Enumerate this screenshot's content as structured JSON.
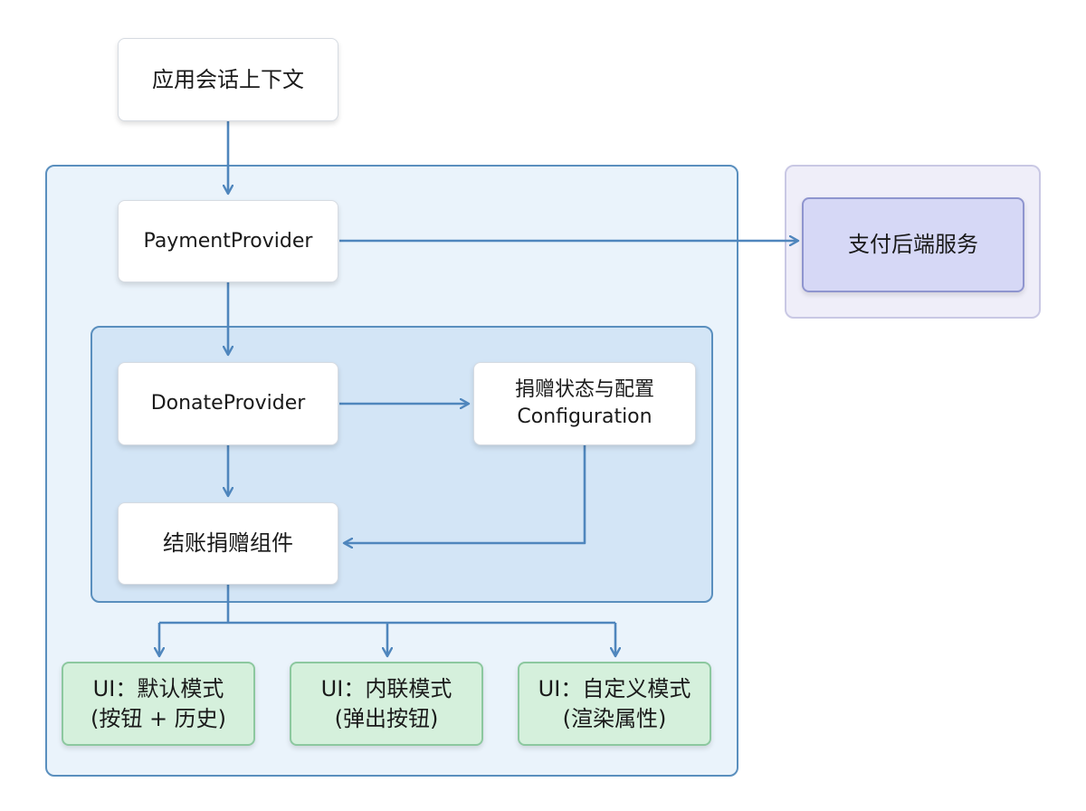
{
  "colors": {
    "connector": "#4f86bd",
    "outer_container_fill": "#eaf3fb",
    "inner_container_fill": "#d3e5f6",
    "external_container_fill": "#efeef9",
    "backend_node_fill": "#d6d8f6",
    "ui_node_fill": "#d5f0dc"
  },
  "nodes": {
    "app_session_context": {
      "label": "应用会话上下文"
    },
    "payment_provider": {
      "label": "PaymentProvider"
    },
    "payment_backend": {
      "label": "支付后端服务"
    },
    "donate_provider": {
      "label": "DonateProvider"
    },
    "donation_state_config": {
      "line1": "捐赠状态与配置",
      "line2": "Configuration"
    },
    "checkout_donation_component": {
      "label": "结账捐赠组件"
    },
    "ui_default_mode": {
      "line1": "UI：默认模式",
      "line2": "(按钮 + 历史)"
    },
    "ui_inline_mode": {
      "line1": "UI：内联模式",
      "line2": "(弹出按钮)"
    },
    "ui_custom_mode": {
      "line1": "UI：自定义模式",
      "line2": "(渲染属性)"
    }
  }
}
